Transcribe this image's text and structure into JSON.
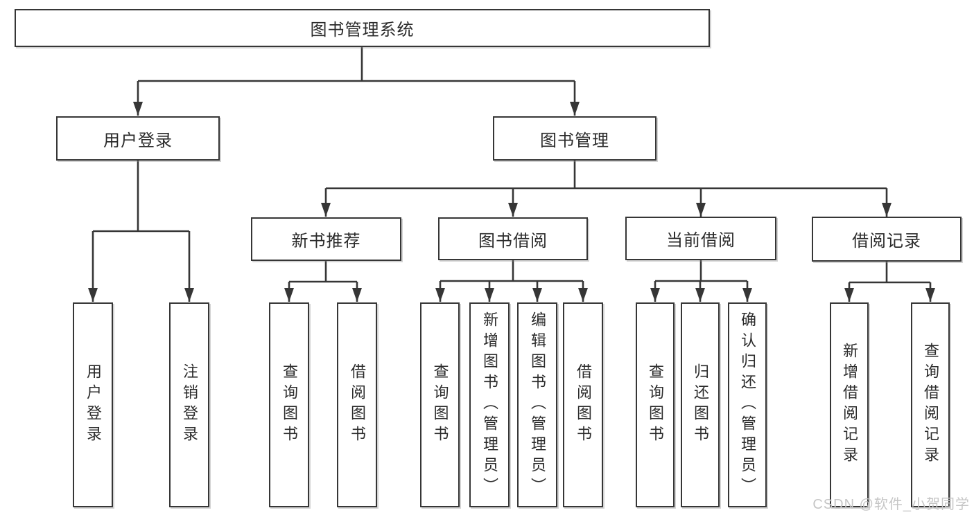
{
  "diagram": {
    "root": {
      "label": "图书管理系统"
    },
    "level2": [
      {
        "label": "用户登录"
      },
      {
        "label": "图书管理"
      }
    ],
    "groups": [
      {
        "label": "新书推荐"
      },
      {
        "label": "图书借阅"
      },
      {
        "label": "当前借阅"
      },
      {
        "label": "借阅记录"
      }
    ],
    "leaves": {
      "login": [
        "用户登录",
        "注销登录"
      ],
      "recommend": [
        "查询图书",
        "借阅图书"
      ],
      "borrow": [
        "查询图书",
        "新增图书（管理员）",
        "编辑图书（管理员）",
        "借阅图书"
      ],
      "current": [
        "查询图书",
        "归还图书",
        "确认归还（管理员）"
      ],
      "records": [
        "新增借阅记录",
        "查询借阅记录"
      ]
    }
  },
  "watermark": {
    "text": "CSDN @软件_小贺同学",
    "color": "#c6c6c6"
  },
  "colors": {
    "line": "#363636",
    "border": "#363636",
    "text": "#2b2b2b",
    "background": "#ffffff"
  }
}
